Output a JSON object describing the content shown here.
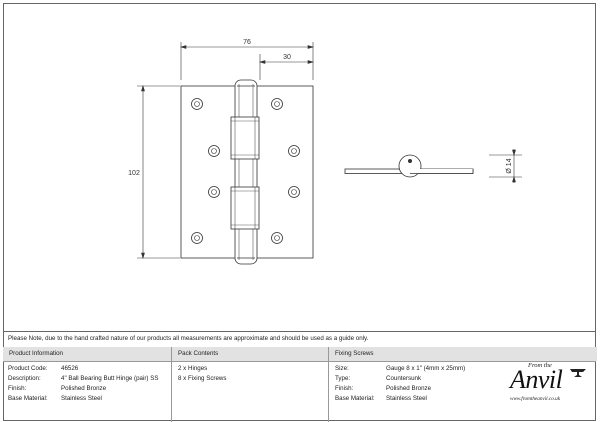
{
  "drawing": {
    "dim_width_total": "76",
    "dim_width_leaf": "30",
    "dim_height": "102",
    "dim_knuckle": "Ø 14"
  },
  "note": "Please Note, due to the hand crafted nature of our products all measurements are approximate and should be used as a guide only.",
  "product_info": {
    "header": "Product Information",
    "rows": [
      {
        "label": "Product Code:",
        "value": "46526"
      },
      {
        "label": "Description:",
        "value": "4\" Ball Bearing Butt Hinge (pair) SS"
      },
      {
        "label": "Finish:",
        "value": "Polished Bronze"
      },
      {
        "label": "Base Material:",
        "value": "Stainless Steel"
      }
    ]
  },
  "pack_contents": {
    "header": "Pack Contents",
    "items": [
      "2 x Hinges",
      "8 x Fixing Screws"
    ]
  },
  "fixing_screws": {
    "header": "Fixing Screws",
    "rows": [
      {
        "label": "Size:",
        "value": "Gauge 8 x 1\" (4mm x 25mm)"
      },
      {
        "label": "Type:",
        "value": "Countersunk"
      },
      {
        "label": "Finish:",
        "value": "Polished Bronze"
      },
      {
        "label": "Base Material:",
        "value": "Stainless Steel"
      }
    ]
  },
  "logo": {
    "top": "From the",
    "main": "Anvil",
    "url": "www.fromtheanvil.co.uk"
  }
}
